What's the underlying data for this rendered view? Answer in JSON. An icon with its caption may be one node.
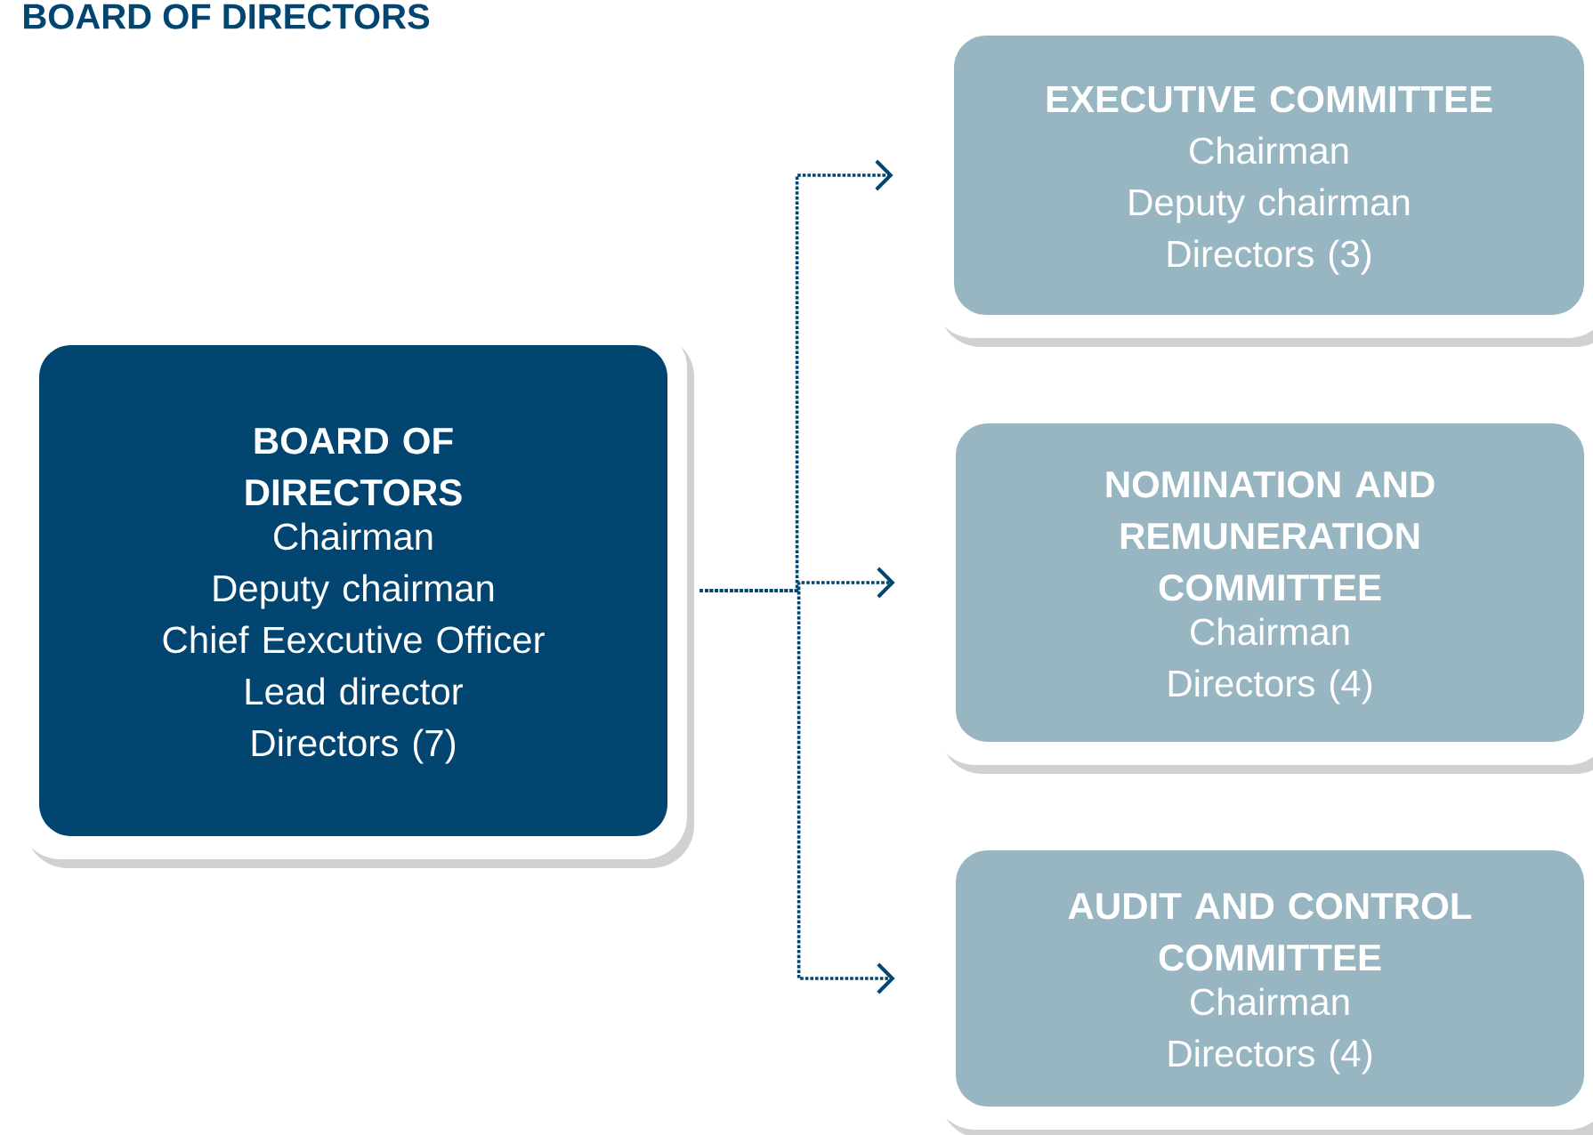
{
  "diagram": {
    "title": "BOARD OF DIRECTORS",
    "nodes": [
      {
        "text": [
          "BOARD OF DIRECTORS",
          "Chairman",
          "Deputy chairman",
          "Chief Eexcutive Officer",
          "Lead director",
          "Directors (7)"
        ]
      },
      {
        "text": [
          "EXECUTIVE COMMITTEE",
          "Chairman",
          "Deputy chairman",
          "Directors (3)"
        ]
      },
      {
        "text": [
          "NOMINATION AND REMUNERATION COMMITTEE",
          "Chairman",
          "Directors (4)"
        ]
      },
      {
        "text": [
          "AUDIT AND CONTROL COMMITTEE",
          "Chairman",
          "Directors (4)"
        ]
      }
    ],
    "edges": [
      {
        "from": 0,
        "to": 1,
        "arrow": "to"
      },
      {
        "from": 0,
        "to": 2,
        "arrow": "to"
      },
      {
        "from": 0,
        "to": 3,
        "arrow": "to"
      }
    ]
  }
}
